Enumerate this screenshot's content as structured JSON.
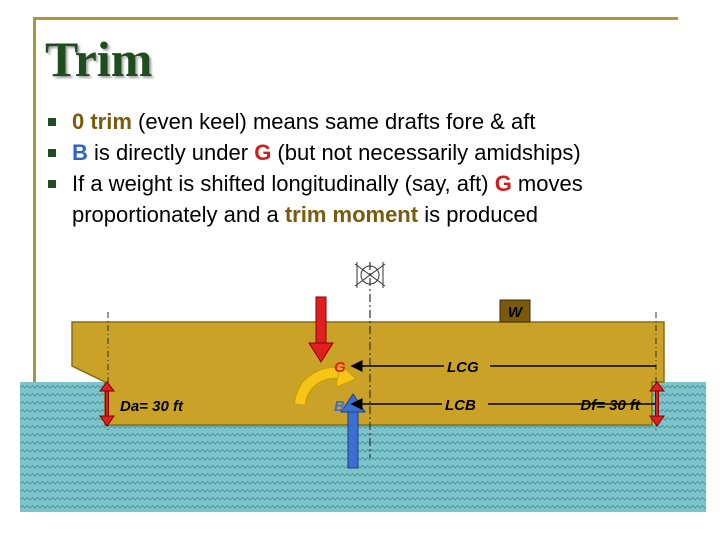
{
  "title": "Trim",
  "bullets": [
    {
      "parts": [
        {
          "text": "0 trim",
          "style": "dark"
        },
        {
          "text": " (even keel) means same drafts fore & aft",
          "style": "plain"
        }
      ]
    },
    {
      "parts": [
        {
          "text": "B",
          "style": "blue"
        },
        {
          "text": " is directly under ",
          "style": "plain"
        },
        {
          "text": "G",
          "style": "red"
        },
        {
          "text": " (but not necessarily amidships)",
          "style": "plain"
        }
      ]
    },
    {
      "parts": [
        {
          "text": "If a weight is shifted longitudinally (say, aft) ",
          "style": "plain"
        },
        {
          "text": "G",
          "style": "red"
        },
        {
          "text": " moves proportionately and a ",
          "style": "plain"
        },
        {
          "text": "trim moment",
          "style": "dark"
        },
        {
          "text": " is produced",
          "style": "plain"
        }
      ]
    }
  ],
  "diagram": {
    "weight_label": "W",
    "g_label": "G",
    "b_label": "B",
    "lcg_label": "LCG",
    "lcb_label": "LCB",
    "aft_draft_label": "Da= 30 ft",
    "fwd_draft_label": "Df= 30 ft",
    "colors": {
      "hull": "#c9a227",
      "water": "#7ec3c9",
      "weight_box": "#7a5b0c",
      "g_arrow": "#e02020",
      "b_arrow": "#3b6fd1",
      "moment_arrow": "#f5c518"
    }
  }
}
